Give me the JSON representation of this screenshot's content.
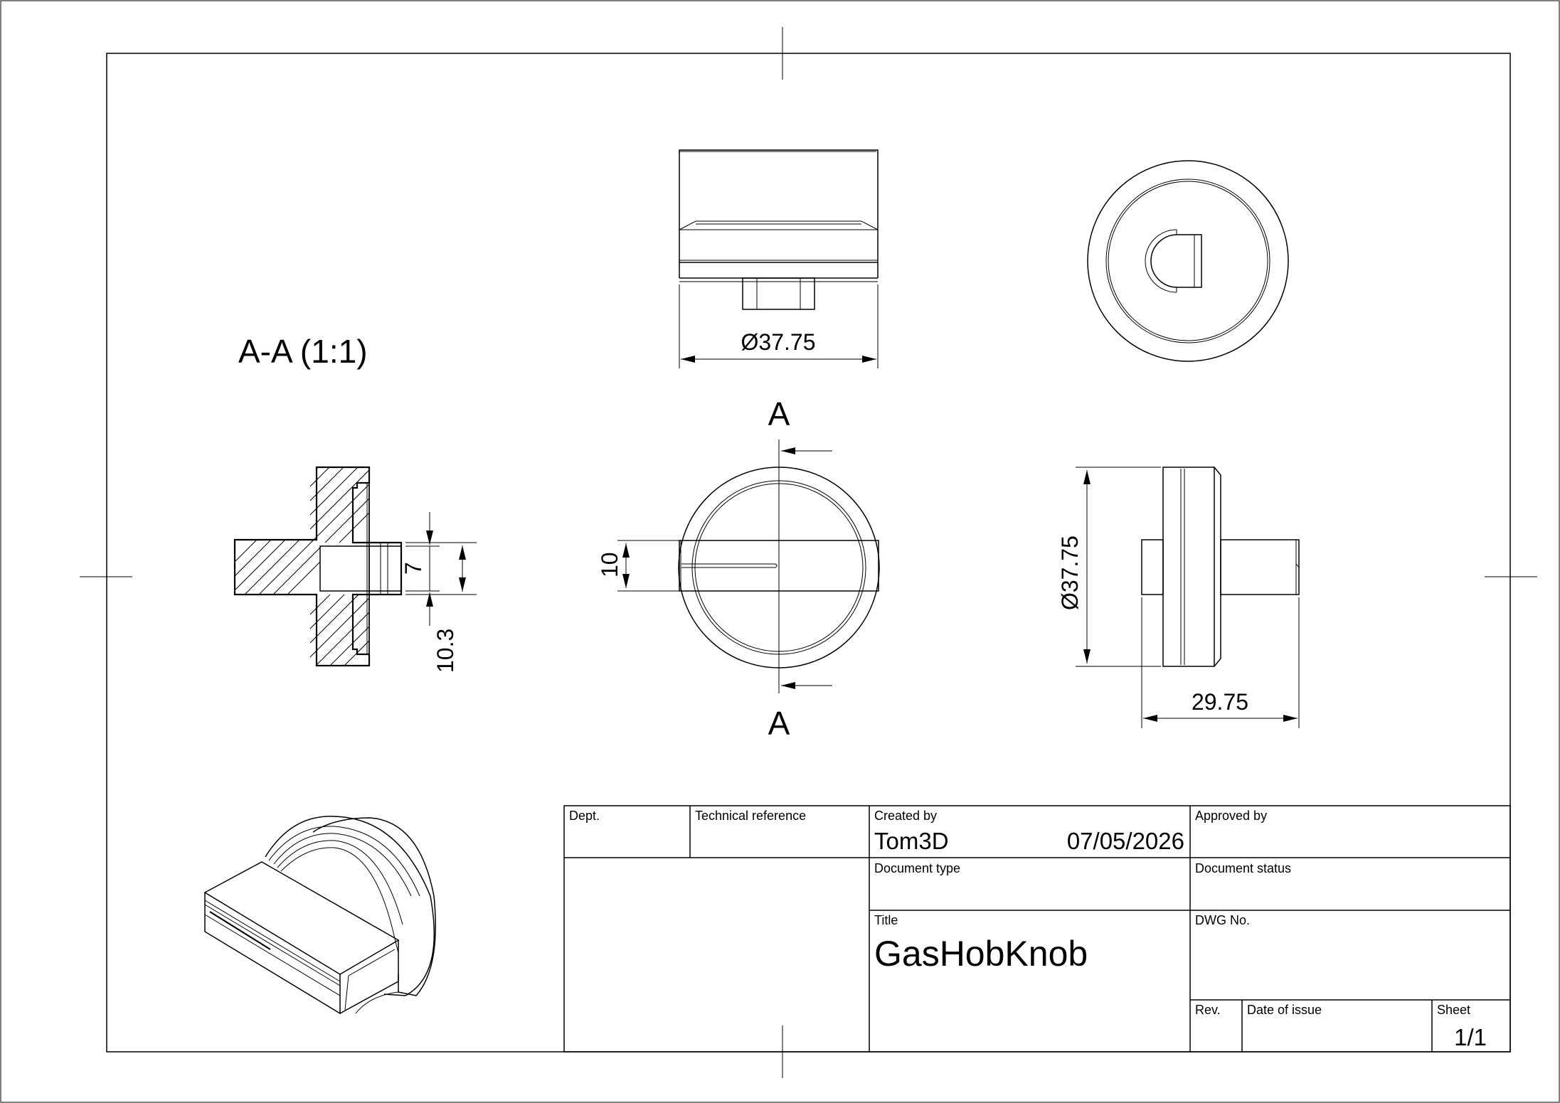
{
  "section_label": "A-A (1:1)",
  "section_markers": {
    "top": "A",
    "bottom": "A"
  },
  "dimensions": {
    "top_view_diameter": "Ø37.75",
    "side_view_diameter": "Ø37.75",
    "side_view_length": "29.75",
    "front_view_slot": "10",
    "section_bore": "7",
    "section_boss": "10.3"
  },
  "title_block": {
    "dept_label": "Dept.",
    "dept_value": "",
    "tech_ref_label": "Technical reference",
    "tech_ref_value": "",
    "created_by_label": "Created by",
    "created_by_value": "Tom3D",
    "created_date": "07/05/2026",
    "approved_by_label": "Approved by",
    "approved_by_value": "",
    "doc_type_label": "Document type",
    "doc_type_value": "",
    "doc_status_label": "Document status",
    "doc_status_value": "",
    "title_label": "Title",
    "title_value": "GasHobKnob",
    "dwg_no_label": "DWG No.",
    "dwg_no_value": "",
    "rev_label": "Rev.",
    "rev_value": "",
    "date_of_issue_label": "Date of issue",
    "date_of_issue_value": "",
    "sheet_label": "Sheet",
    "sheet_value": "1/1"
  }
}
